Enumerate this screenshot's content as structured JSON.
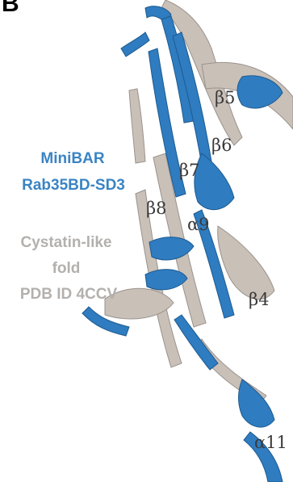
{
  "panel_label": "B",
  "legend": {
    "minibar": {
      "line1": "MiniBAR",
      "line2": "Rab35BD-SD3",
      "color": "#3a84c4"
    },
    "cystatin": {
      "line1": "Cystatin-like",
      "line2": "fold",
      "line3": "PDB ID 4CCV",
      "color": "#b3b0ae"
    }
  },
  "structure_labels": {
    "b5": "β5",
    "b6": "β6",
    "b7": "β7",
    "b8": "β8",
    "a9": "α9",
    "b4": "β4",
    "a11": "α11"
  },
  "colors": {
    "minibar_ribbon": "#2f7cc0",
    "cystatin_ribbon": "#c9c0b8"
  }
}
